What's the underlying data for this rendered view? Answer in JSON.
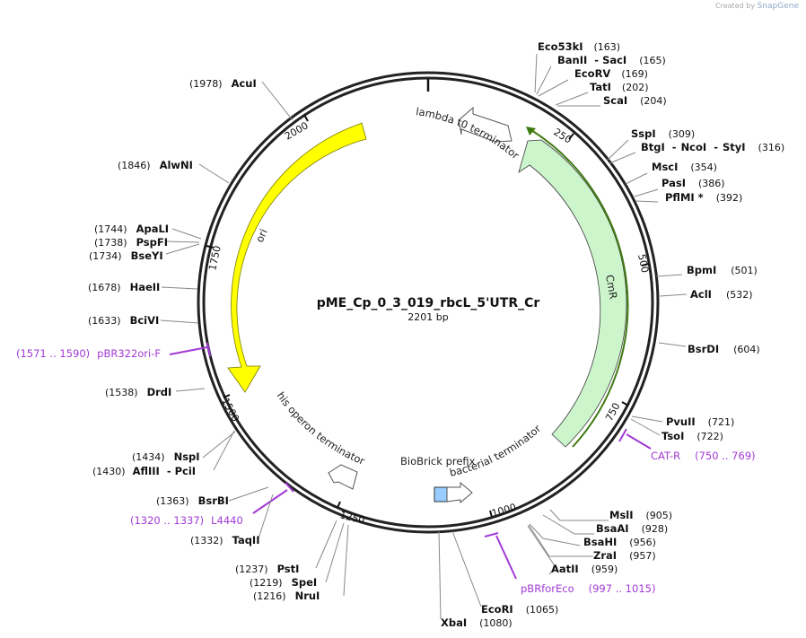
{
  "credit": {
    "prefix": "Created by",
    "brand": "SnapGene"
  },
  "plasmid": {
    "name": "pME_Cp_0_3_019_rbcL_5'UTR_Cr",
    "length_label": "2201 bp",
    "length_bp": 2201
  },
  "ticks": [
    "250",
    "500",
    "750",
    "1000",
    "1250",
    "1500",
    "1750",
    "2000"
  ],
  "sites": [
    {
      "enzyme": "Eco53kI",
      "position": "(163)"
    },
    {
      "enzyme": "BanII",
      "sep": "-",
      "enzyme2": "SacI",
      "position": "(165)"
    },
    {
      "enzyme": "EcoRV",
      "position": "(169)"
    },
    {
      "enzyme": "TatI",
      "position": "(202)"
    },
    {
      "enzyme": "ScaI",
      "position": "(204)"
    },
    {
      "enzyme": "SspI",
      "position": "(309)"
    },
    {
      "enzyme": "BtgI",
      "sep": "-",
      "enzyme2": "NcoI",
      "sep2": "-",
      "enzyme3": "StyI",
      "position": "(316)"
    },
    {
      "enzyme": "MscI",
      "position": "(354)"
    },
    {
      "enzyme": "PasI",
      "position": "(386)"
    },
    {
      "enzyme": "PflMI *",
      "position": "(392)"
    },
    {
      "enzyme": "BpmI",
      "position": "(501)"
    },
    {
      "enzyme": "AclI",
      "position": "(532)"
    },
    {
      "enzyme": "BsrDI",
      "position": "(604)"
    },
    {
      "enzyme": "PvuII",
      "position": "(721)"
    },
    {
      "enzyme": "TsoI",
      "position": "(722)"
    },
    {
      "enzyme": "MslI",
      "position": "(905)"
    },
    {
      "enzyme": "BsaAI",
      "position": "(928)"
    },
    {
      "enzyme": "BsaHI",
      "position": "(956)"
    },
    {
      "enzyme": "ZraI",
      "position": "(957)"
    },
    {
      "enzyme": "AatII",
      "position": "(959)"
    },
    {
      "enzyme": "EcoRI",
      "position": "(1065)"
    },
    {
      "enzyme": "XbaI",
      "position": "(1080)"
    },
    {
      "enzyme": "NruI",
      "position": "(1216)"
    },
    {
      "enzyme": "SpeI",
      "position": "(1219)"
    },
    {
      "enzyme": "PstI",
      "position": "(1237)"
    },
    {
      "enzyme": "TaqII",
      "position": "(1332)"
    },
    {
      "enzyme": "BsrBI",
      "position": "(1363)"
    },
    {
      "enzyme": "AflIII",
      "sep": "-",
      "enzyme2": "PciI",
      "position": "(1430)"
    },
    {
      "enzyme": "NspI",
      "position": "(1434)"
    },
    {
      "enzyme": "DrdI",
      "position": "(1538)"
    },
    {
      "enzyme": "BciVI",
      "position": "(1633)"
    },
    {
      "enzyme": "HaeII",
      "position": "(1678)"
    },
    {
      "enzyme": "BseYI",
      "position": "(1734)"
    },
    {
      "enzyme": "PspFI",
      "position": "(1738)"
    },
    {
      "enzyme": "ApaLI",
      "position": "(1744)"
    },
    {
      "enzyme": "AlwNI",
      "position": "(1846)"
    },
    {
      "enzyme": "AcuI",
      "position": "(1978)"
    }
  ],
  "primers": [
    {
      "name": "CAT-R",
      "range": "(750 .. 769)"
    },
    {
      "name": "pBRforEco",
      "range": "(997 .. 1015)"
    },
    {
      "name": "L4440",
      "range": "(1320 .. 1337)"
    },
    {
      "name": "pBR322ori-F",
      "range": "(1571 .. 1590)"
    }
  ],
  "features": [
    {
      "name": "lambda t0 terminator",
      "color": "#ffffff"
    },
    {
      "name": "CmR",
      "color": "#ccf5cc"
    },
    {
      "name": "bacterial terminator",
      "color": "#ffffff"
    },
    {
      "name": "BioBrick prefix",
      "color": "#99ccff"
    },
    {
      "name": "his operon terminator",
      "color": "#ffffff"
    },
    {
      "name": "ori",
      "color": "#ffff00"
    }
  ],
  "colors": {
    "primer": "#a23ad6",
    "backbone": "#222222"
  }
}
